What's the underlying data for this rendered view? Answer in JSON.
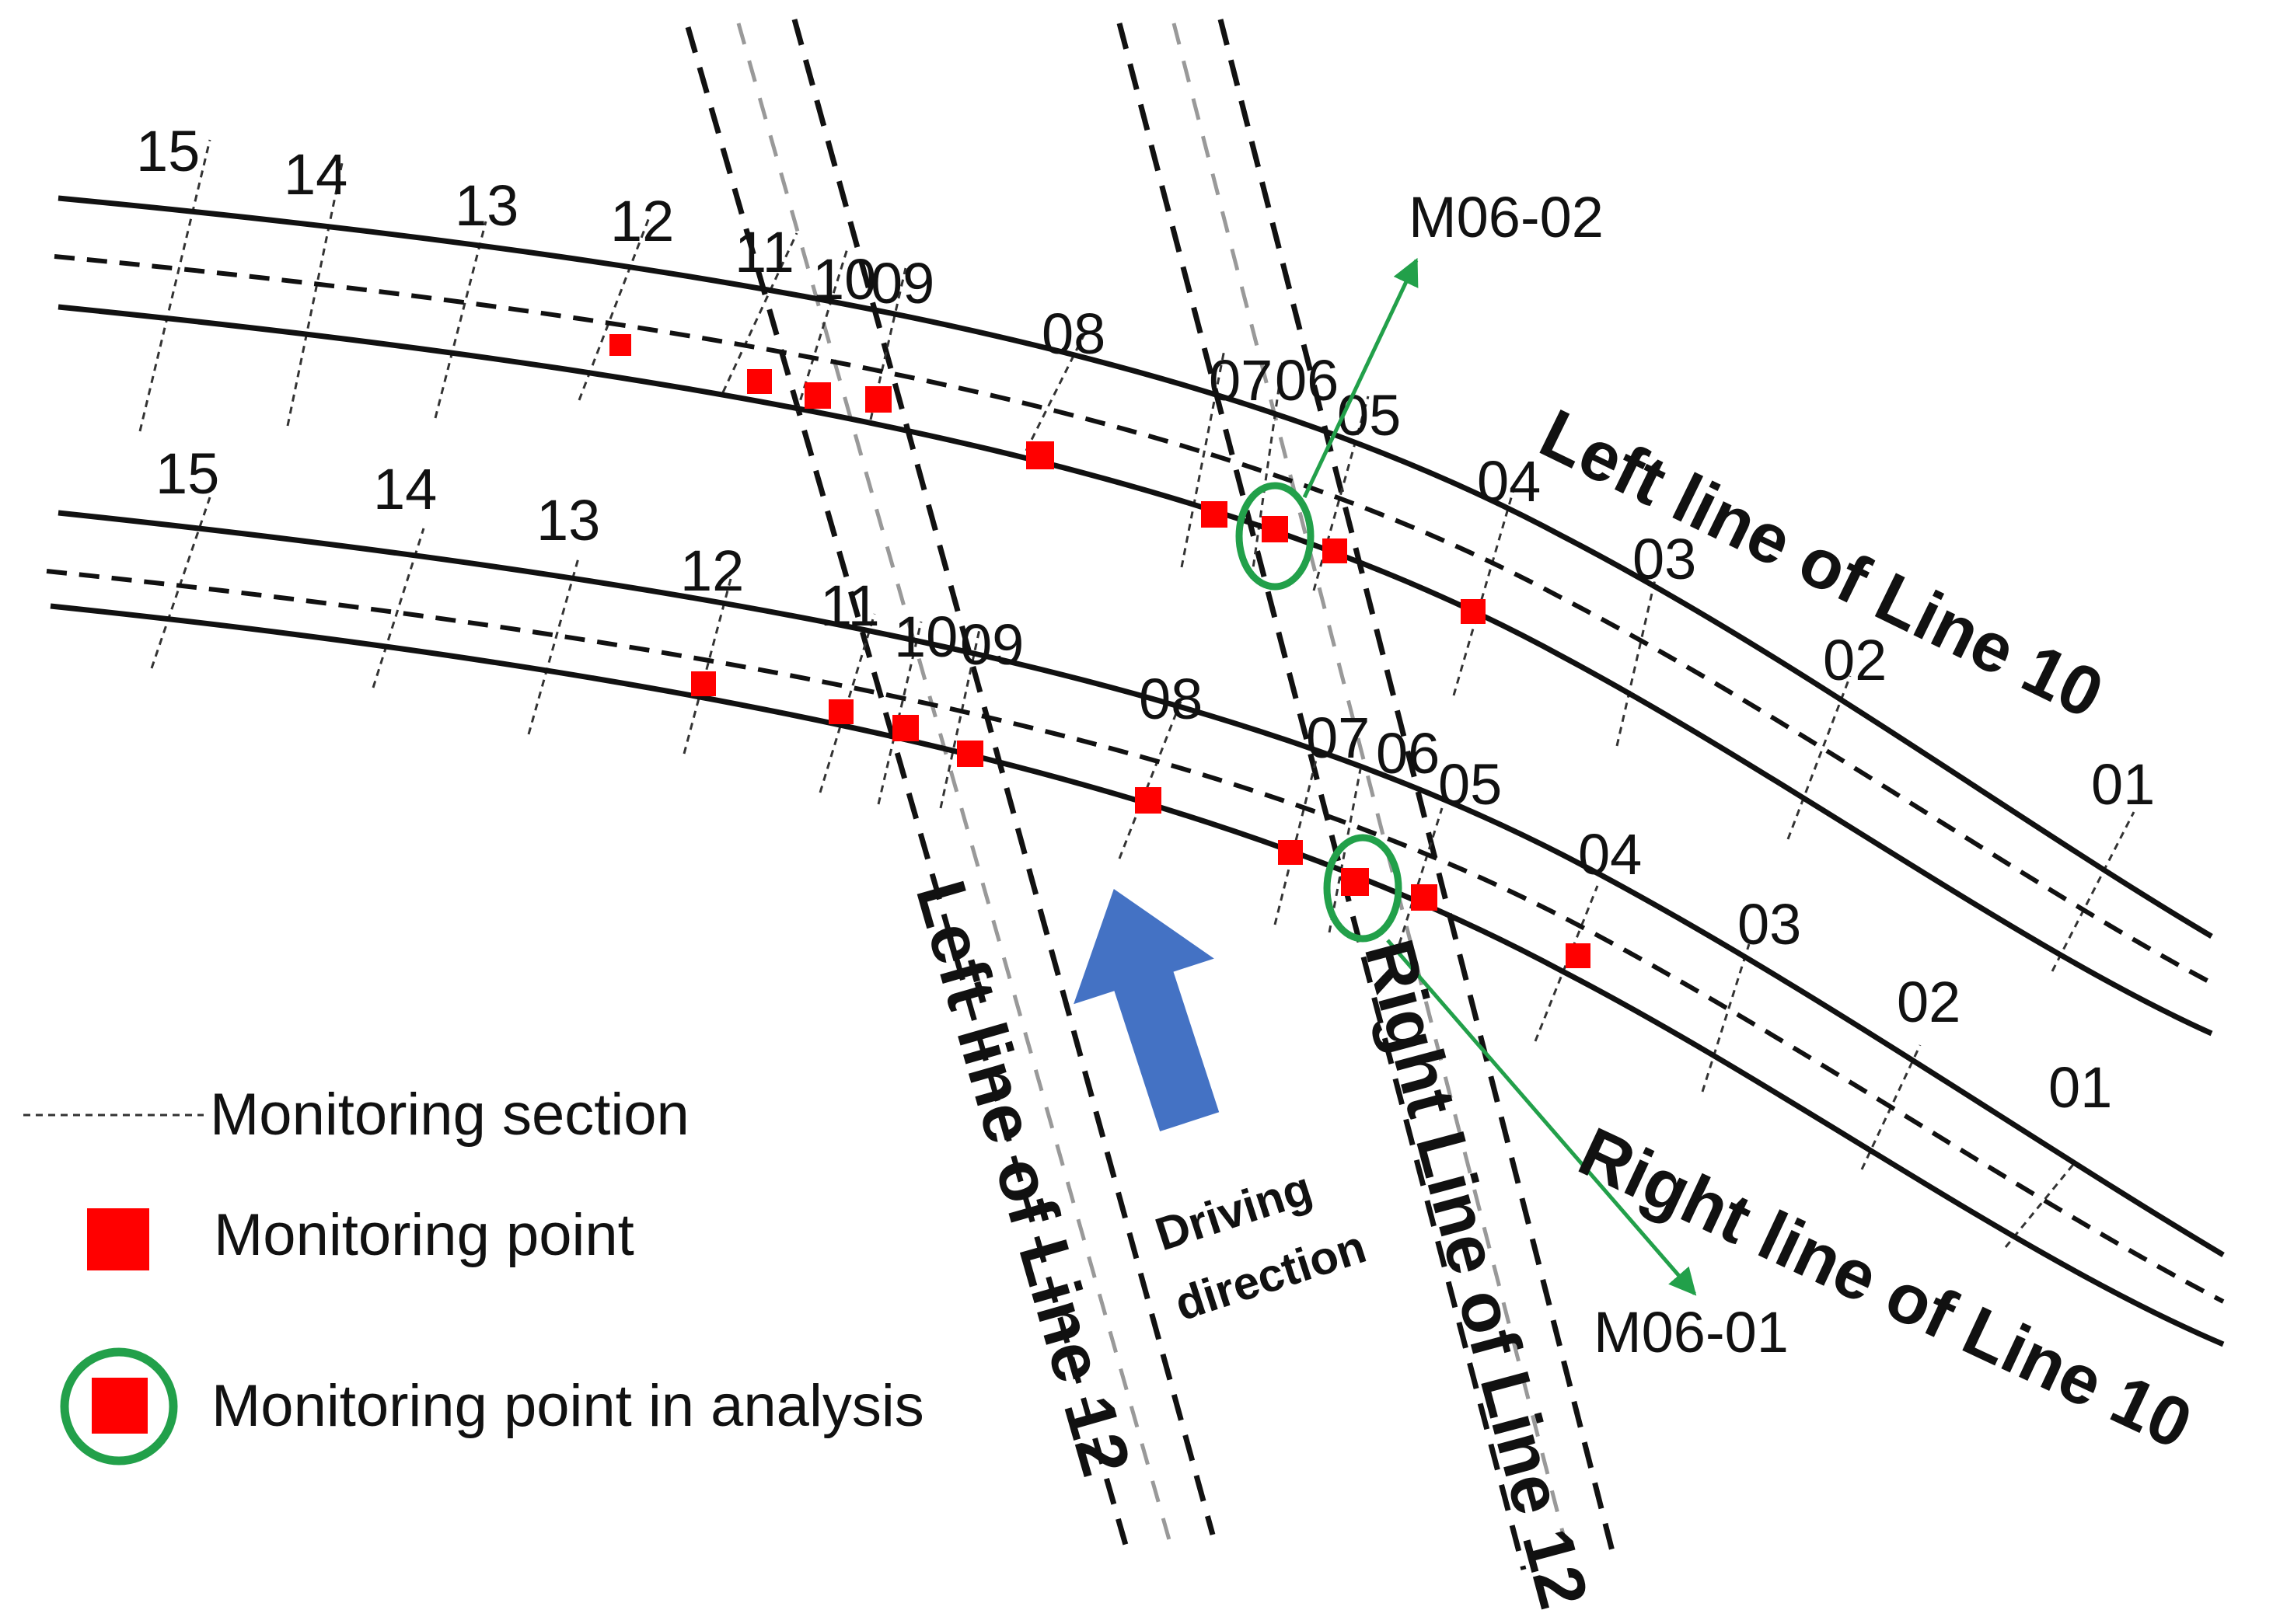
{
  "sections": {
    "upper": [
      "15",
      "14",
      "13",
      "12",
      "11",
      "10",
      "09",
      "08",
      "07",
      "06",
      "05",
      "04",
      "03",
      "02",
      "01"
    ],
    "lower": [
      "15",
      "14",
      "13",
      "12",
      "11",
      "10",
      "09",
      "08",
      "07",
      "06",
      "05",
      "04",
      "03",
      "02",
      "01"
    ]
  },
  "tunnels": {
    "left_line_10": "Left line of Line 10",
    "right_line_10": "Right line of Line 10",
    "left_line_12": "Left line of Line 12",
    "right_line_12": "Right Line of Line 12"
  },
  "callouts": {
    "upper": "M06-02",
    "lower": "M06-01"
  },
  "direction": {
    "line1": "Driving",
    "line2": "direction"
  },
  "legend": {
    "section": "Monitoring  section",
    "point": "Monitoring  point",
    "analysis": "Monitoring  point in analysis"
  },
  "colors": {
    "point": "#ff0000",
    "circle": "#22a04a",
    "callout_arrow": "#22a04a",
    "driving_arrow": "#4472c4",
    "line": "#111111"
  },
  "icons": {
    "point": "red-square-icon",
    "analysis": "green-circle-icon",
    "driving": "up-arrow-icon"
  }
}
